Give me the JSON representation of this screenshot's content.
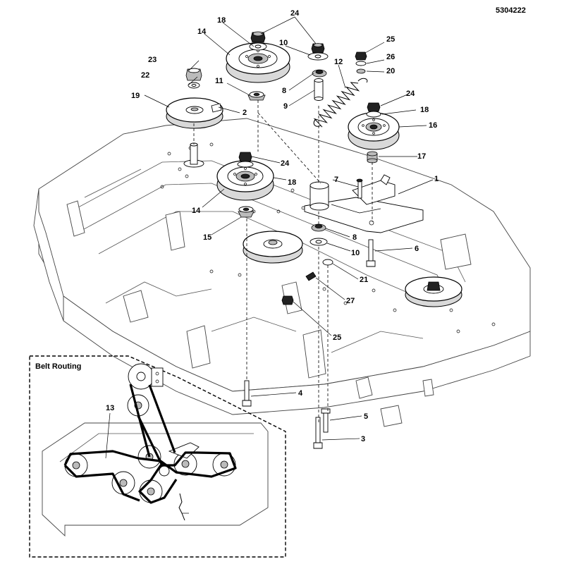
{
  "document": {
    "part_number": "5304222",
    "inset_title": "Belt Routing"
  },
  "callouts": [
    {
      "id": "c-24a",
      "label": "24"
    },
    {
      "id": "c-18a",
      "label": "18"
    },
    {
      "id": "c-14a",
      "label": "14"
    },
    {
      "id": "c-10a",
      "label": "10"
    },
    {
      "id": "c-25a",
      "label": "25"
    },
    {
      "id": "c-26",
      "label": "26"
    },
    {
      "id": "c-20",
      "label": "20"
    },
    {
      "id": "c-12",
      "label": "12"
    },
    {
      "id": "c-23",
      "label": "23"
    },
    {
      "id": "c-22",
      "label": "22"
    },
    {
      "id": "c-11",
      "label": "11"
    },
    {
      "id": "c-8a",
      "label": "8"
    },
    {
      "id": "c-9",
      "label": "9"
    },
    {
      "id": "c-19",
      "label": "19"
    },
    {
      "id": "c-2",
      "label": "2"
    },
    {
      "id": "c-24b",
      "label": "24"
    },
    {
      "id": "c-18b",
      "label": "18"
    },
    {
      "id": "c-16",
      "label": "16"
    },
    {
      "id": "c-17",
      "label": "17"
    },
    {
      "id": "c-24c",
      "label": "24"
    },
    {
      "id": "c-18c",
      "label": "18"
    },
    {
      "id": "c-7",
      "label": "7"
    },
    {
      "id": "c-1",
      "label": "1"
    },
    {
      "id": "c-14b",
      "label": "14"
    },
    {
      "id": "c-15",
      "label": "15"
    },
    {
      "id": "c-8b",
      "label": "8"
    },
    {
      "id": "c-10b",
      "label": "10"
    },
    {
      "id": "c-6",
      "label": "6"
    },
    {
      "id": "c-21",
      "label": "21"
    },
    {
      "id": "c-27",
      "label": "27"
    },
    {
      "id": "c-25b",
      "label": "25"
    },
    {
      "id": "c-4",
      "label": "4"
    },
    {
      "id": "c-5",
      "label": "5"
    },
    {
      "id": "c-3",
      "label": "3"
    },
    {
      "id": "c-13",
      "label": "13"
    }
  ]
}
